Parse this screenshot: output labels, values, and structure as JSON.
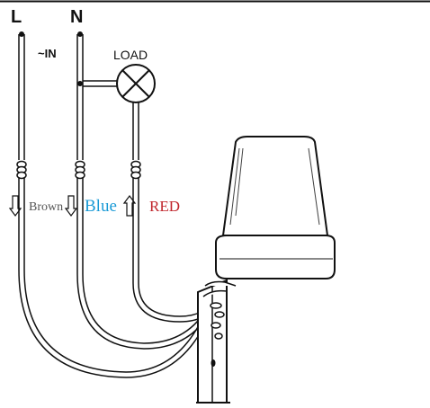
{
  "terminals": {
    "line": "L",
    "neutral": "N",
    "input": "~IN"
  },
  "load": {
    "label": "LOAD"
  },
  "wires": {
    "brown": {
      "label": "Brown",
      "color": "#555555"
    },
    "blue": {
      "label": "Blue",
      "color": "#1a9ad6"
    },
    "red": {
      "label": "RED",
      "color": "#c0262c"
    }
  },
  "colors": {
    "line_ink": "#111111",
    "background": "#ffffff"
  }
}
